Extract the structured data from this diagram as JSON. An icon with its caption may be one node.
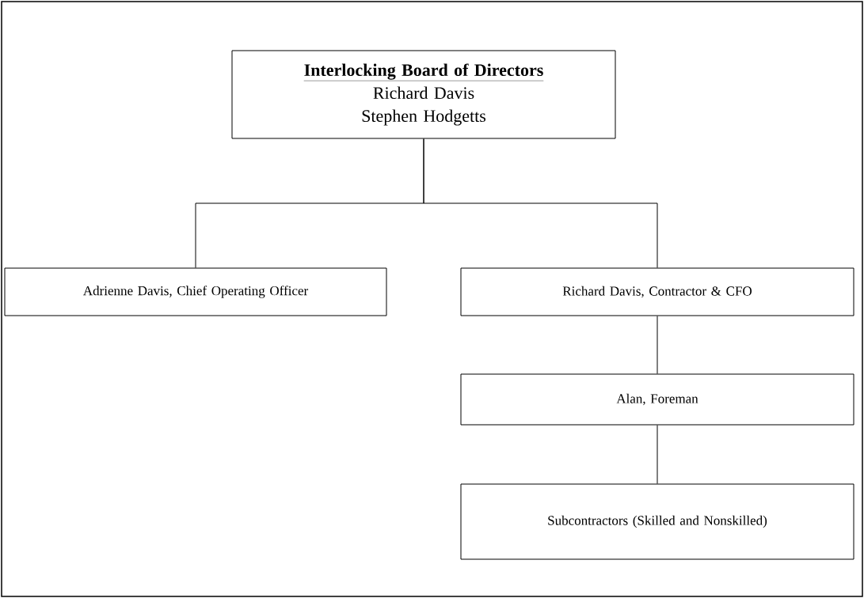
{
  "diagram": {
    "nodes": [
      {
        "text": [
          "Interlocking Board of Directors",
          "Richard Davis",
          "Stephen Hodgetts"
        ]
      },
      {
        "text": [
          "Adrienne Davis, Chief Operating Officer"
        ]
      },
      {
        "text": [
          "Richard Davis, Contractor & CFO"
        ]
      },
      {
        "text": [
          "Alan, Foreman"
        ]
      },
      {
        "text": [
          "Subcontractors (Skilled and Nonskilled)"
        ]
      }
    ],
    "edges": [
      {
        "from": 0,
        "to": 1,
        "arrow": "none"
      },
      {
        "from": 0,
        "to": 2,
        "arrow": "none"
      },
      {
        "from": 2,
        "to": 3,
        "arrow": "none"
      },
      {
        "from": 3,
        "to": 4,
        "arrow": "none"
      }
    ]
  }
}
